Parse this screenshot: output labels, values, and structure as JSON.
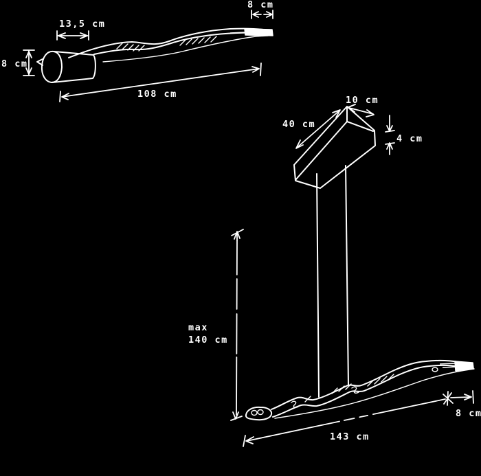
{
  "colors": {
    "background": "#000000",
    "line": "#ffffff"
  },
  "side_view": {
    "tube_length": "13,5 cm",
    "height": "8 cm",
    "length": "108 cm",
    "end_width": "8 cm"
  },
  "main_view": {
    "canopy_width": "10 cm",
    "canopy_length": "40 cm",
    "canopy_height": "4 cm",
    "max_drop_line1": "max",
    "max_drop_line2": "140 cm",
    "length": "143 cm",
    "end_width": "8 cm"
  }
}
